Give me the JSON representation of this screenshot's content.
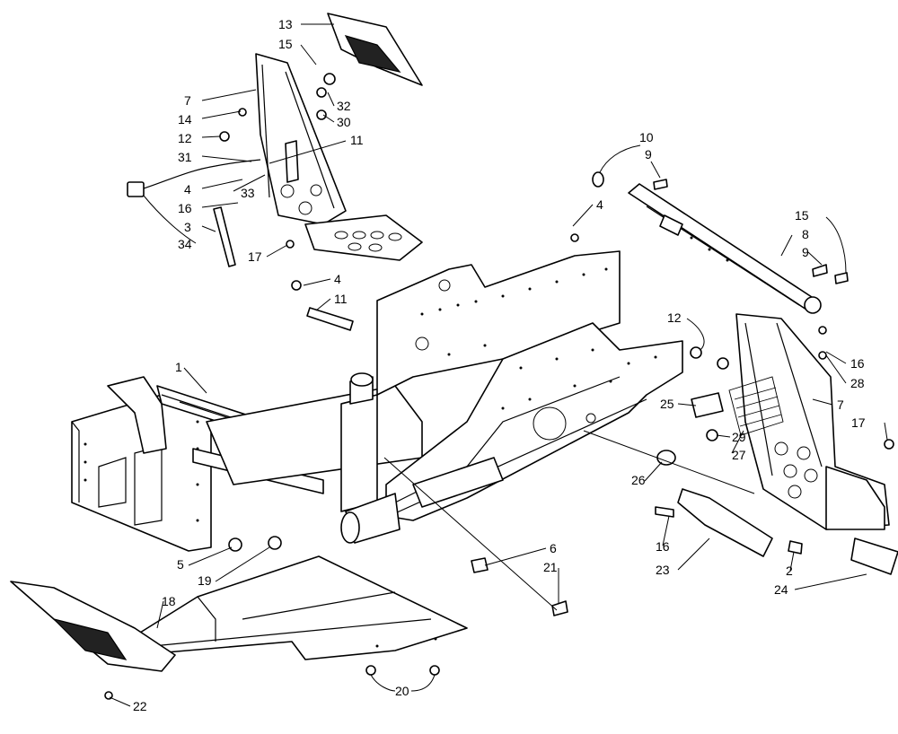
{
  "callouts": [
    {
      "label": "13"
    },
    {
      "label": "15"
    },
    {
      "label": "7"
    },
    {
      "label": "14"
    },
    {
      "label": "12"
    },
    {
      "label": "31"
    },
    {
      "label": "4"
    },
    {
      "label": "16"
    },
    {
      "label": "3"
    },
    {
      "label": "34"
    },
    {
      "label": "32"
    },
    {
      "label": "30"
    },
    {
      "label": "11"
    },
    {
      "label": "33"
    },
    {
      "label": "10"
    },
    {
      "label": "9"
    },
    {
      "label": "4"
    },
    {
      "label": "17"
    },
    {
      "label": "4"
    },
    {
      "label": "11"
    },
    {
      "label": "15"
    },
    {
      "label": "8"
    },
    {
      "label": "9"
    },
    {
      "label": "12"
    },
    {
      "label": "16"
    },
    {
      "label": "28"
    },
    {
      "label": "7"
    },
    {
      "label": "17"
    },
    {
      "label": "1"
    },
    {
      "label": "25"
    },
    {
      "label": "29"
    },
    {
      "label": "27"
    },
    {
      "label": "26"
    },
    {
      "label": "5"
    },
    {
      "label": "19"
    },
    {
      "label": "6"
    },
    {
      "label": "21"
    },
    {
      "label": "16"
    },
    {
      "label": "23"
    },
    {
      "label": "2"
    },
    {
      "label": "24"
    },
    {
      "label": "18"
    },
    {
      "label": "20"
    },
    {
      "label": "22"
    }
  ]
}
